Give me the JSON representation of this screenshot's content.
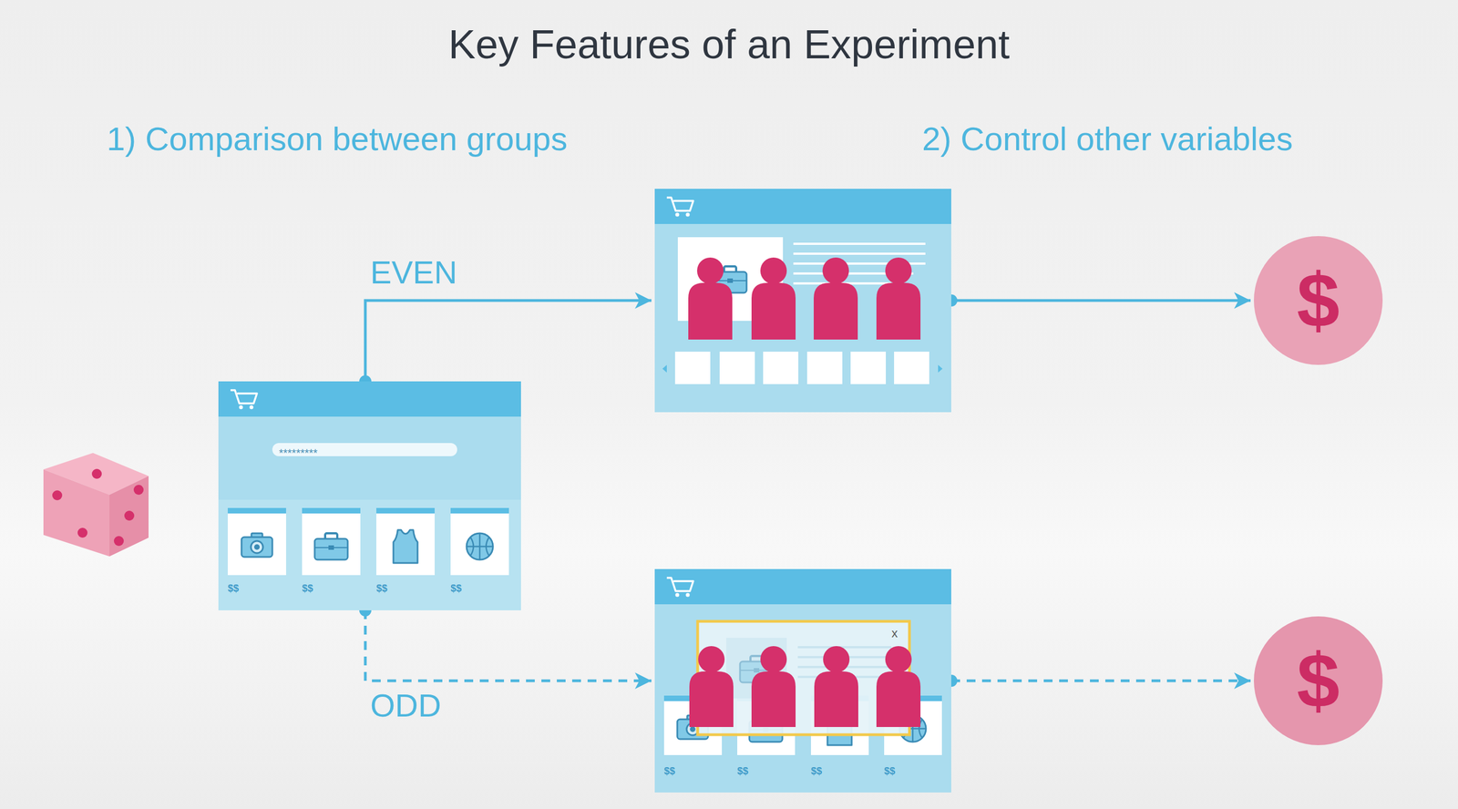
{
  "diagram": {
    "title": "Key Features of an Experiment",
    "nodes": [
      {
        "text": [
          "*********",
          "$$",
          "$$",
          "$$",
          "$$"
        ]
      },
      {
        "text": []
      },
      {
        "text": [
          "x",
          "$$",
          "$$",
          "$$",
          "$$"
        ]
      },
      {
        "text": [
          "$"
        ]
      },
      {
        "text": [
          "$"
        ]
      }
    ],
    "edges": [
      {
        "from": 0,
        "to": 1,
        "arrow": "to",
        "label": "EVEN"
      },
      {
        "from": 0,
        "to": 2,
        "arrow": "to",
        "label": "ODD"
      },
      {
        "from": 1,
        "to": 3,
        "arrow": "to"
      },
      {
        "from": 2,
        "to": 4,
        "arrow": "to"
      }
    ],
    "labels": [
      "1) Comparison between groups",
      "2) Control other variables"
    ]
  }
}
